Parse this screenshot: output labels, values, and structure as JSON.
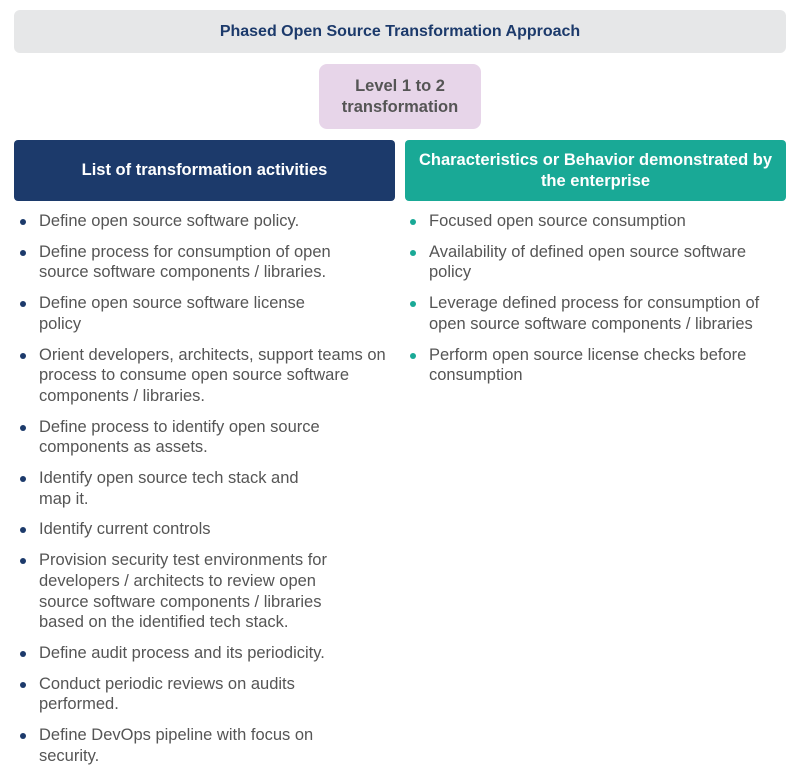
{
  "title": "Phased Open Source Transformation Approach",
  "level": "Level 1 to 2 transformation",
  "left_header": "List of transformation activities",
  "right_header": "Characteristics or Behavior demonstrated by the enterprise",
  "activities": [
    "Define open source software policy.",
    "Define process for consumption of open source software components / libraries.",
    "Define open source software license policy",
    "Orient developers, architects, support teams on process to consume open source software components / libraries.",
    "Define process to identify open source components as assets.",
    "Identify open source tech stack and map it.",
    "Identify current controls",
    "Provision security test environments for developers / architects to review open source software components / libraries based on the identified tech stack.",
    "Define audit process and its periodicity.",
    "Conduct periodic reviews on audits performed.",
    "Define DevOps pipeline with focus on security."
  ],
  "characteristics": [
    "Focused open source consumption",
    "Availability of defined open source software policy",
    "Leverage defined process for consumption of open source software components / libraries",
    "Perform open source license checks before consumption"
  ],
  "colors": {
    "navy": "#1c3a6b",
    "teal": "#19a996",
    "lavender": "#e7d5e9",
    "gray": "#e6e7e8"
  }
}
